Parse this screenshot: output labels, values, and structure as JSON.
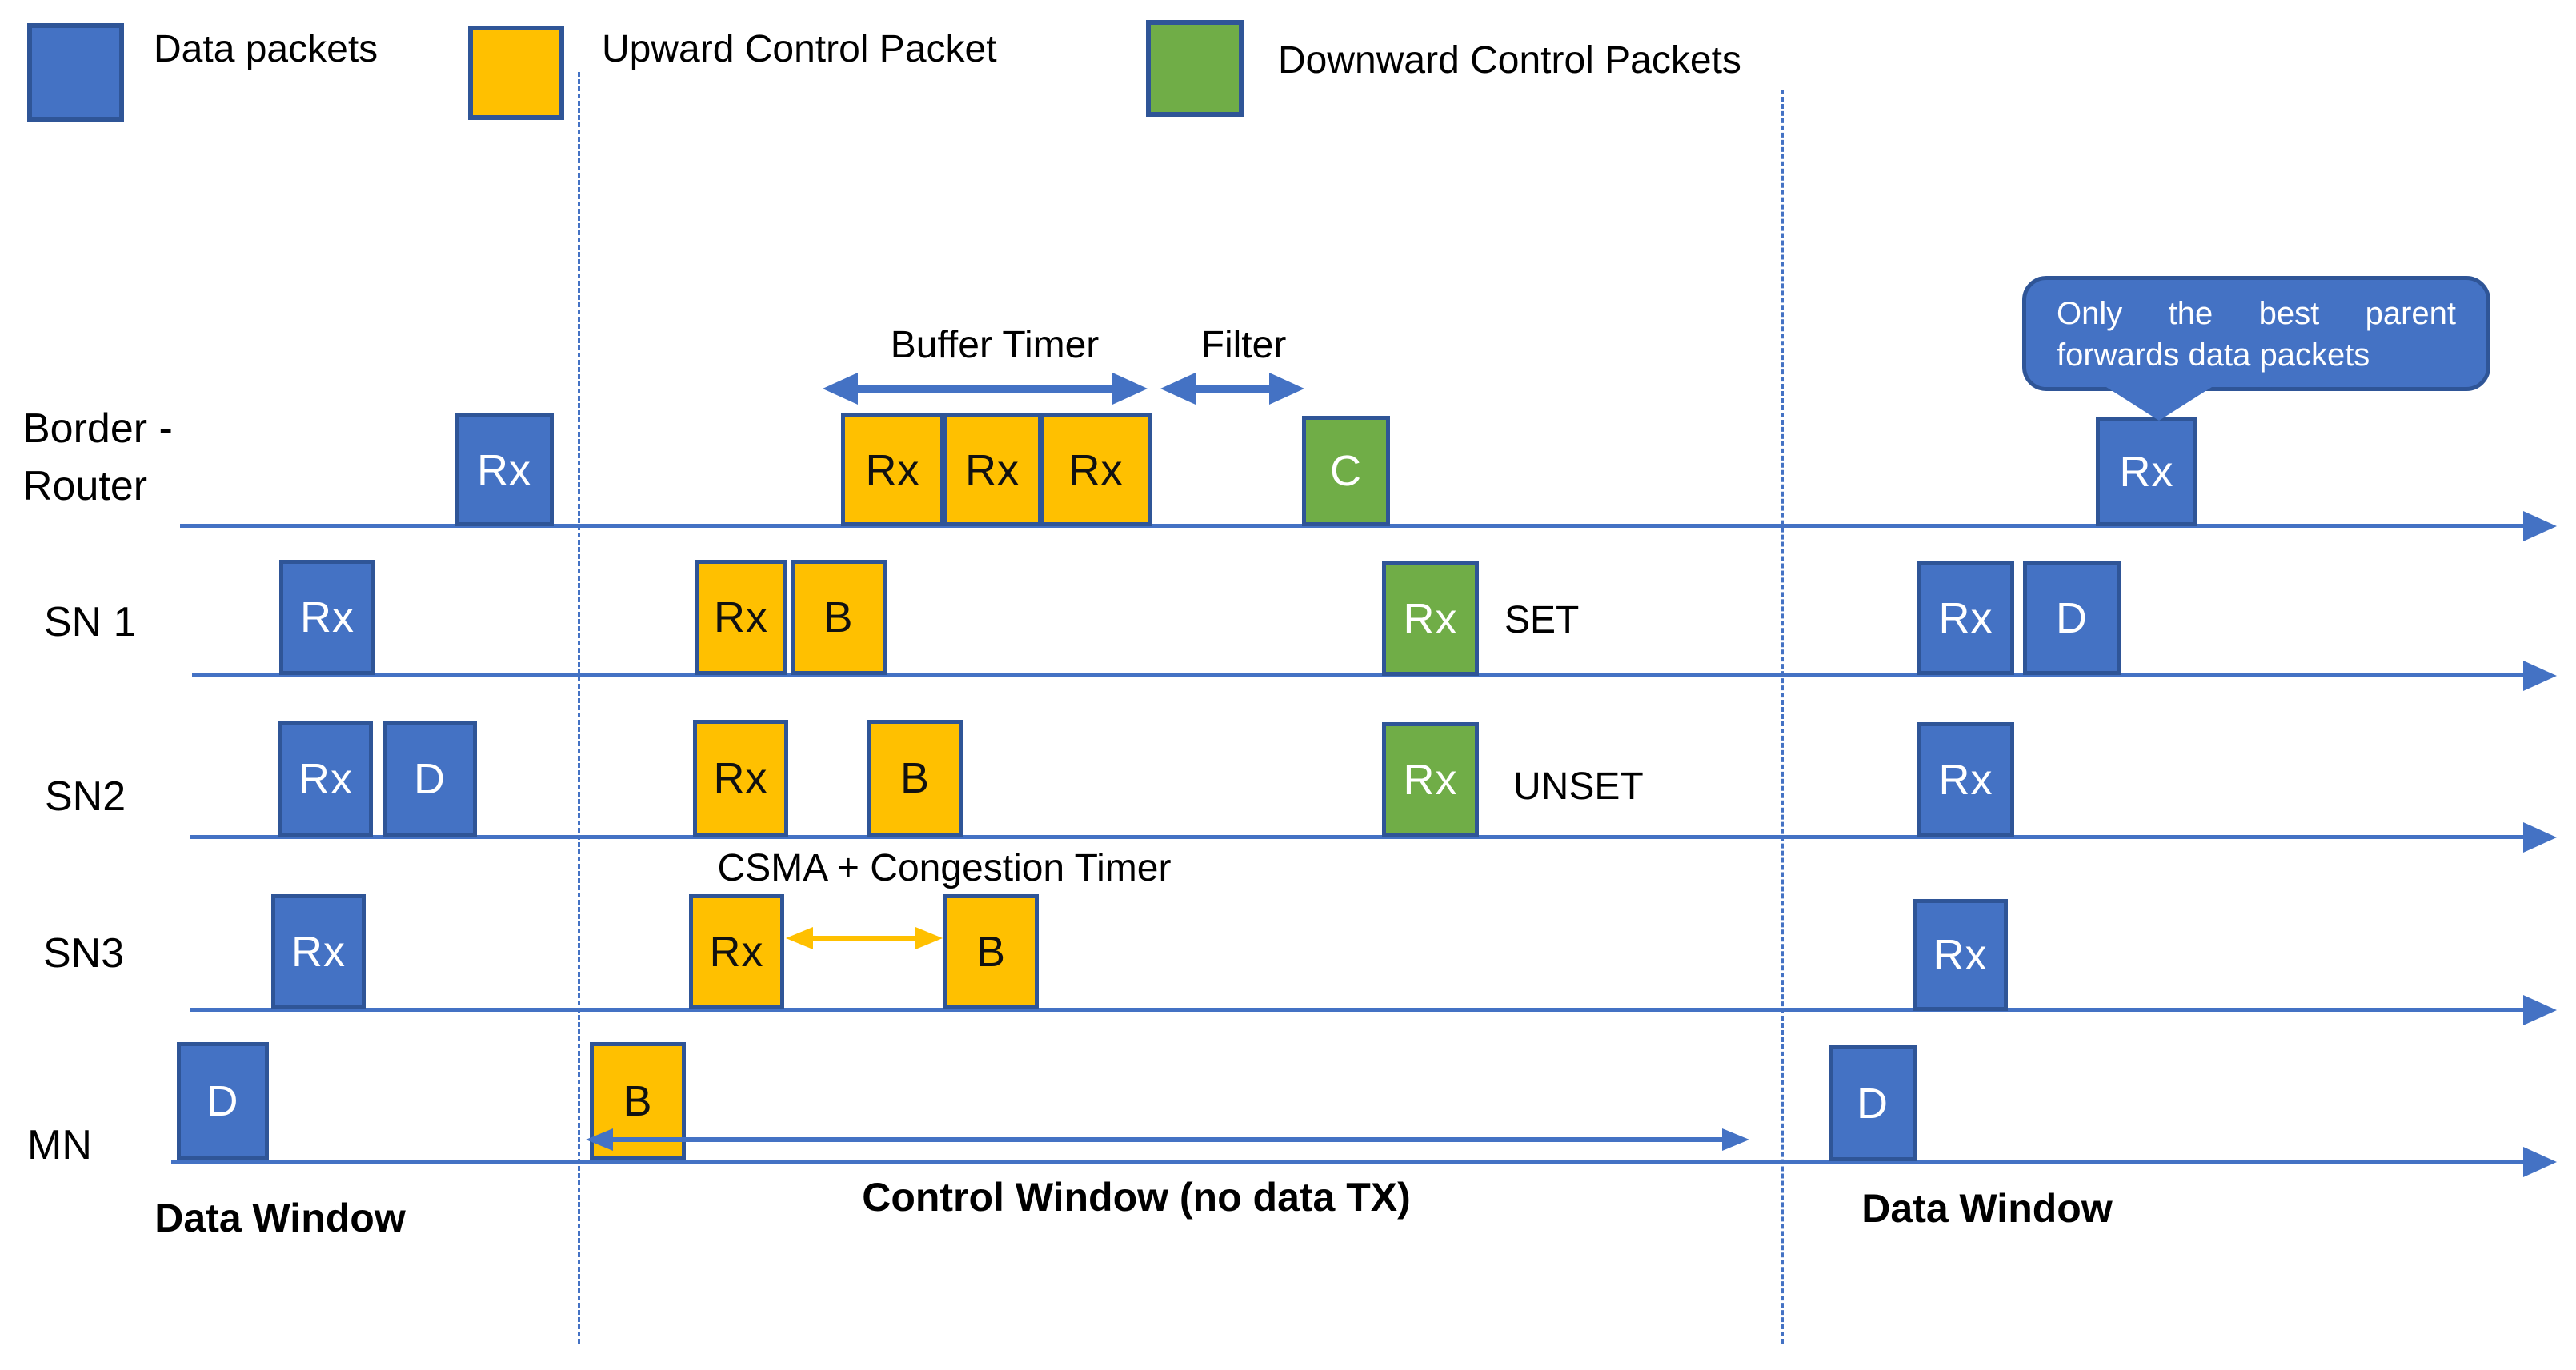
{
  "colors": {
    "data_packet": "#4472C4",
    "upward_control": "#FFC000",
    "downward_control": "#70AD47",
    "box_border": "#2F5597",
    "timeline": "#4472C4",
    "csma_arrow": "#FFC000",
    "callout_fill": "#4472C4"
  },
  "legend": {
    "items": [
      {
        "label": "Data packets"
      },
      {
        "label": "Upward Control Packet"
      },
      {
        "label": "Downward Control Packets"
      }
    ]
  },
  "rows": [
    {
      "label_line1": "Border -",
      "label_line2": "Router",
      "boxes": [
        {
          "label": "Rx"
        },
        {
          "label": "Rx"
        },
        {
          "label": "Rx"
        },
        {
          "label": "Rx"
        },
        {
          "label": "C"
        },
        {
          "label": "Rx"
        }
      ]
    },
    {
      "label": "SN 1",
      "boxes": [
        {
          "label": "Rx"
        },
        {
          "label": "Rx"
        },
        {
          "label": "B"
        },
        {
          "label": "Rx"
        },
        {
          "label": "Rx"
        },
        {
          "label": "D"
        }
      ]
    },
    {
      "label": "SN2",
      "boxes": [
        {
          "label": "Rx"
        },
        {
          "label": "D"
        },
        {
          "label": "Rx"
        },
        {
          "label": "B"
        },
        {
          "label": "Rx"
        },
        {
          "label": "Rx"
        }
      ]
    },
    {
      "label": "SN3",
      "boxes": [
        {
          "label": "Rx"
        },
        {
          "label": "Rx"
        },
        {
          "label": "B"
        },
        {
          "label": "Rx"
        }
      ]
    },
    {
      "label": "MN",
      "boxes": [
        {
          "label": "D"
        },
        {
          "label": "B"
        },
        {
          "label": "D"
        }
      ]
    }
  ],
  "annotations": {
    "buffer_timer": "Buffer Timer",
    "filter": "Filter",
    "csma": "CSMA + Congestion Timer",
    "set": "SET",
    "unset": "UNSET",
    "callout_line1": "Only the best parent",
    "callout_line2": "forwards data packets"
  },
  "windows": {
    "data_left": "Data Window",
    "control": "Control Window (no data TX)",
    "data_right": "Data Window"
  }
}
